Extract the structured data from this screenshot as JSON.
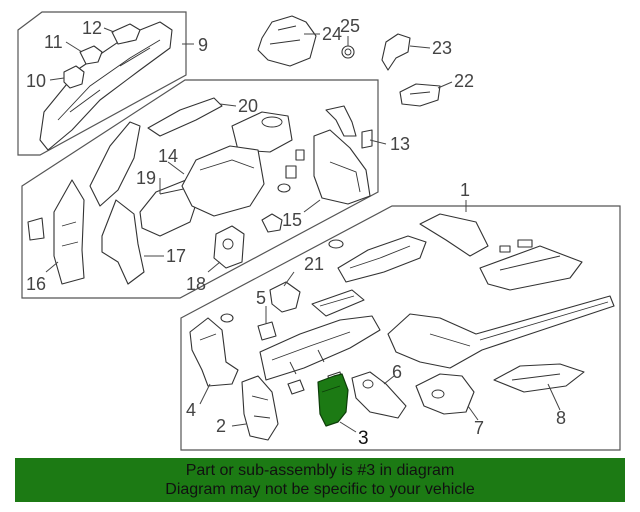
{
  "diagram": {
    "callouts": [
      "1",
      "2",
      "3",
      "4",
      "5",
      "6",
      "7",
      "8",
      "9",
      "10",
      "11",
      "12",
      "13",
      "14",
      "15",
      "16",
      "17",
      "18",
      "19",
      "20",
      "21",
      "22",
      "23",
      "24",
      "25"
    ],
    "highlighted_part": "3",
    "highlight_color": "#1c7a14"
  },
  "banner": {
    "line1": "Part or sub-assembly is #3 in diagram",
    "line2": "Diagram may not be specific to your vehicle",
    "background": "#1c7a14"
  }
}
